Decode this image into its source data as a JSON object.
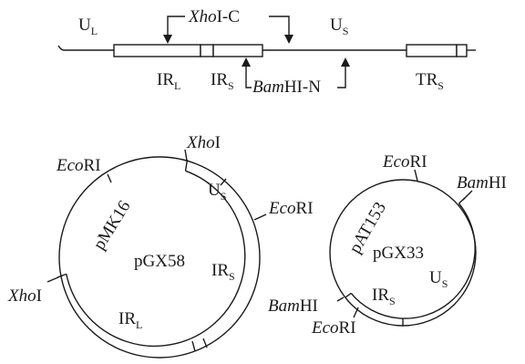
{
  "linear_map": {
    "ul": {
      "main": "U",
      "sub": "L"
    },
    "us": {
      "main": "U",
      "sub": "S"
    },
    "irl": {
      "main": "IR",
      "sub": "L"
    },
    "irs": {
      "main": "IR",
      "sub": "S"
    },
    "trs": {
      "main": "TR",
      "sub": "S"
    },
    "xhoi_c": {
      "enzyme": "Xho",
      "rest": "I-C"
    },
    "bamhi_n": {
      "enzyme": "Bam",
      "rest": "HI-N"
    }
  },
  "plasmid_pgx58": {
    "name": "pGX58",
    "vector": "pMK16",
    "ecori_top": {
      "enzyme": "Eco",
      "rest": "RI"
    },
    "xhoi_top": {
      "enzyme": "Xho",
      "rest": "I"
    },
    "us": {
      "main": "U",
      "sub": "S"
    },
    "ecori_right": {
      "enzyme": "Eco",
      "rest": "RI"
    },
    "irs": {
      "main": "IR",
      "sub": "S"
    },
    "xhoi_left": {
      "enzyme": "Xho",
      "rest": "I"
    },
    "irl": {
      "main": "IR",
      "sub": "L"
    }
  },
  "plasmid_pgx33": {
    "name": "pGX33",
    "vector": "pAT153",
    "ecori_top": {
      "enzyme": "Eco",
      "rest": "RI"
    },
    "bamhi_top": {
      "enzyme": "Bam",
      "rest": "HI"
    },
    "us": {
      "main": "U",
      "sub": "S"
    },
    "irs": {
      "main": "IR",
      "sub": "S"
    },
    "bamhi_left": {
      "enzyme": "Bam",
      "rest": "HI"
    },
    "ecori_bottom": {
      "enzyme": "Eco",
      "rest": "RI"
    }
  }
}
